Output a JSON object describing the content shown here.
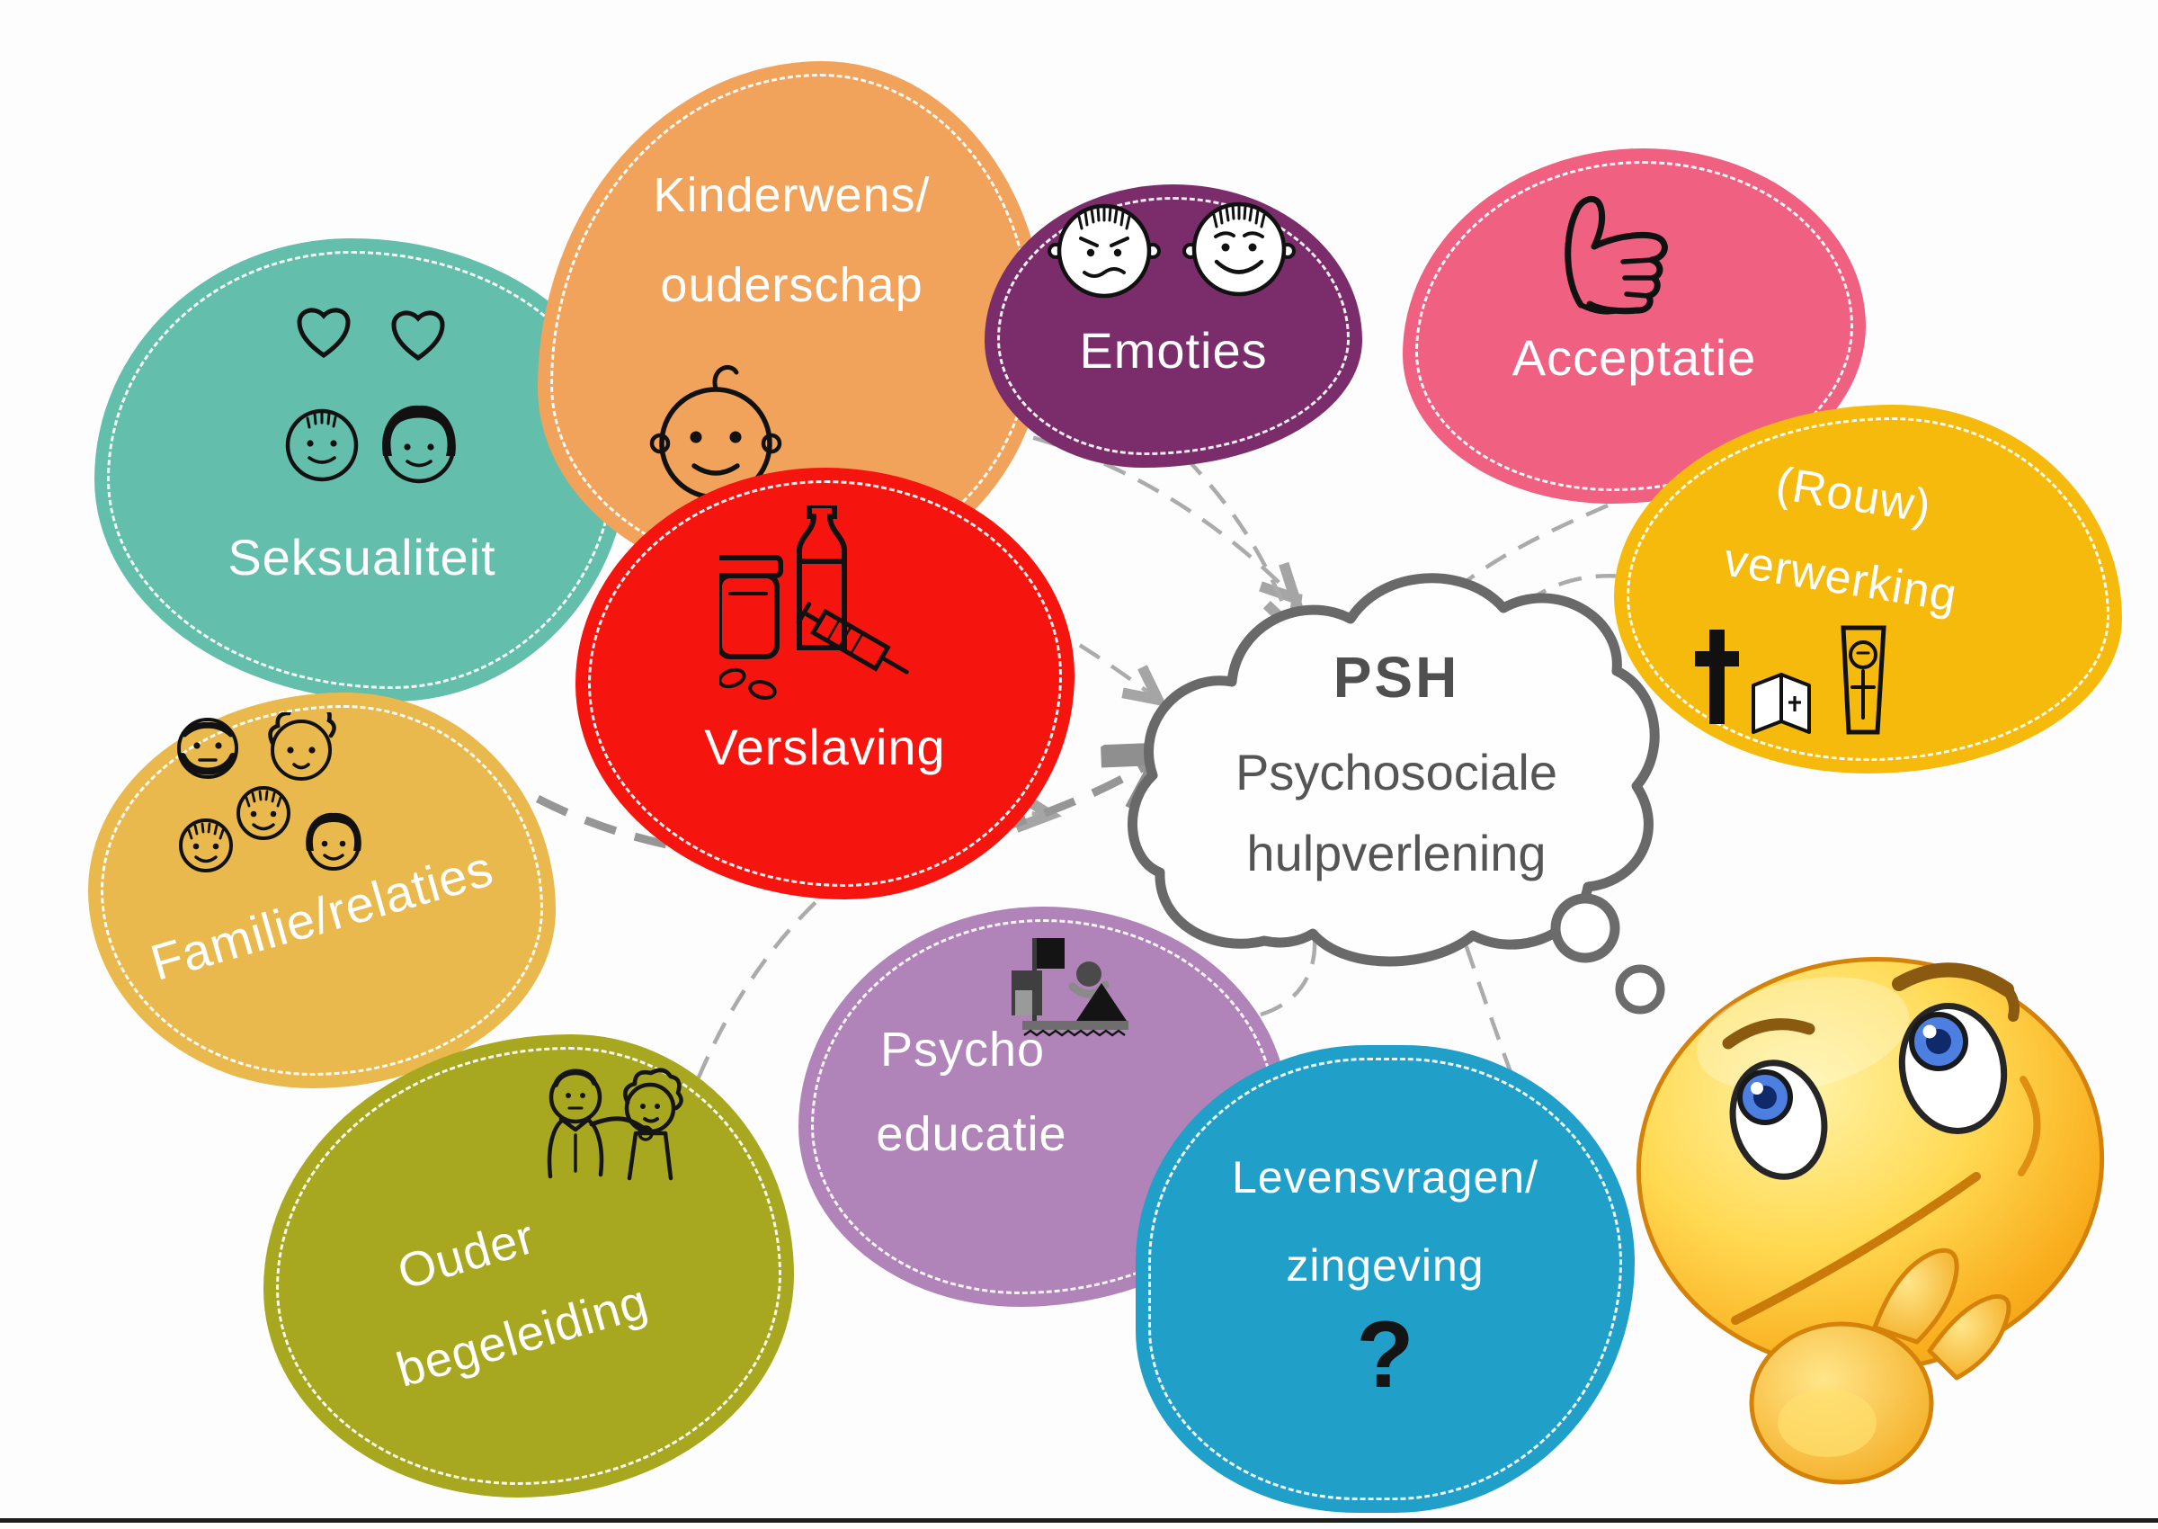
{
  "background": "#FDFDFD",
  "bottom_bar_color": "#1E1E1E",
  "connector_color": "#ABABAB",
  "emphasis_connector_color": "#969696",
  "cloud": {
    "abbr": "PSH",
    "line1": "Psychosociale",
    "line2": "hulpverlening",
    "border_color": "#696969",
    "text_color": "#555555"
  },
  "topics": [
    {
      "id": "seksualiteit",
      "label": "Seksualiteit",
      "color": "#63BEAB",
      "icon": "hearts-couple-icon"
    },
    {
      "id": "kinderwens",
      "line1": "Kinderwens/",
      "line2": "ouderschap",
      "color": "#F1A35C",
      "icon": "baby-icon"
    },
    {
      "id": "emoties",
      "label": "Emoties",
      "color": "#7B2C6A",
      "icon": "angry-happy-faces-icon"
    },
    {
      "id": "acceptatie",
      "label": "Acceptatie",
      "color": "#EF6081",
      "icon": "thumbs-up-icon"
    },
    {
      "id": "rouwverwerking",
      "line1": "(Rouw)",
      "line2": "verwerking",
      "color": "#F6BA0D",
      "icon": "cross-bible-coffin-icon"
    },
    {
      "id": "verslaving",
      "label": "Verslaving",
      "color": "#F6140E",
      "icon": "alcohol-pills-syringe-icon"
    },
    {
      "id": "familie",
      "label": "Familie/relaties",
      "color": "#E9B94E",
      "icon": "family-faces-icon"
    },
    {
      "id": "ouderbegeleiding",
      "line1": "Ouder",
      "line2": "begeleiding",
      "color": "#A7A81F",
      "icon": "couple-icon"
    },
    {
      "id": "psychoeducatie",
      "line1": "Psycho",
      "line2": "educatie",
      "color": "#B184B9",
      "icon": "teacher-board-icon"
    },
    {
      "id": "levensvragen",
      "line1": "Levensvragen/",
      "line2": "zingeving",
      "question_mark": "?",
      "color": "#20A0C9",
      "icon": "question-mark-icon"
    }
  ],
  "decorations": {
    "thinking_emoji": "thinking-smiley-face-icon",
    "thought_bubbles": "2"
  }
}
